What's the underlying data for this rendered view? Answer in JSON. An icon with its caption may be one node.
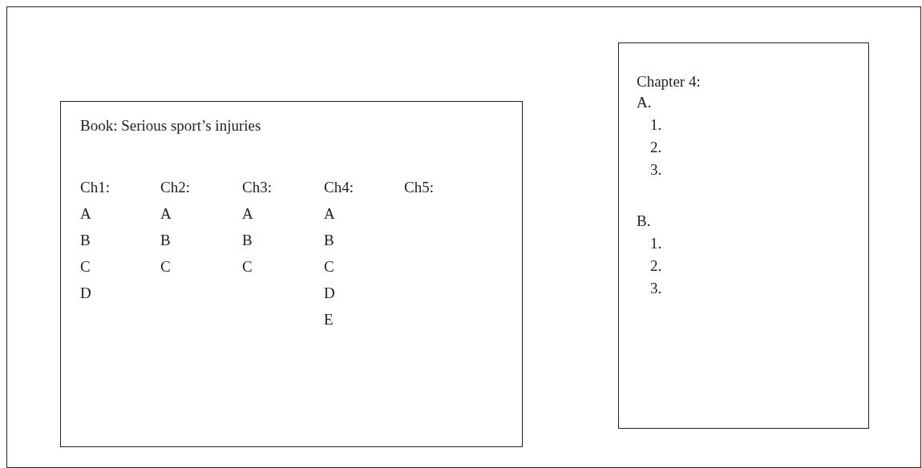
{
  "diagram": {
    "nodes": [
      {
        "text": [],
        "shape": "box"
      },
      {
        "text": [
          "Book:  Serious sport’s injuries",
          "Ch1: A B C D",
          "Ch2: A B C",
          "Ch3: A B C",
          "Ch4: A B C D E",
          "Ch5:"
        ],
        "in": 0
      },
      {
        "text": [
          "Chapter 4:",
          "A.",
          "1.",
          "2.",
          "3.",
          "B.",
          "1.",
          "2.",
          "3."
        ],
        "in": 0
      }
    ]
  }
}
